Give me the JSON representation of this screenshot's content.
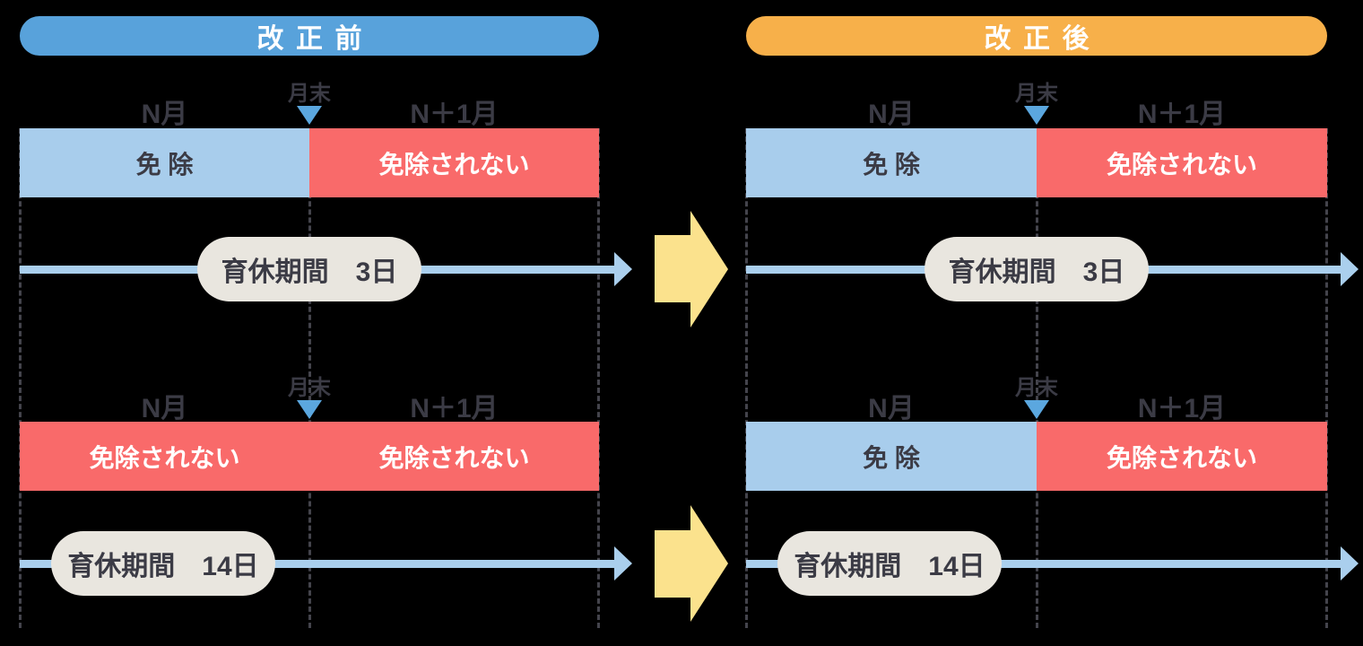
{
  "colors": {
    "background": "#000000",
    "before_header": "#58A2DB",
    "after_header": "#F7B04A",
    "exempt_fill": "#A8CDEC",
    "not_exempt_fill": "#F96A6A",
    "marker_blue": "#5BA7DF",
    "timeline_arrow": "#AACFED",
    "transform_arrow": "#FBE28D",
    "pill_fill": "#E9E6DF",
    "text_dark": "#3B3B45",
    "dashed_line": "#44444C"
  },
  "panels": [
    {
      "header": {
        "label": "改正前"
      },
      "rows": [
        {
          "month_end_label": "月末",
          "month_left": "N月",
          "month_right": "N＋1月",
          "segments": [
            {
              "label": "免 除",
              "type": "exempt"
            },
            {
              "label": "免除されない",
              "type": "not-exempt"
            }
          ],
          "duration_pill": "育休期間　3日"
        },
        {
          "month_end_label": "月末",
          "month_left": "N月",
          "month_right": "N＋1月",
          "segments": [
            {
              "label": "免除されない",
              "type": "not-exempt"
            },
            {
              "label": "免除されない",
              "type": "not-exempt"
            }
          ],
          "duration_pill": "育休期間　14日"
        }
      ]
    },
    {
      "header": {
        "label": "改正後"
      },
      "rows": [
        {
          "month_end_label": "月末",
          "month_left": "N月",
          "month_right": "N＋1月",
          "segments": [
            {
              "label": "免 除",
              "type": "exempt"
            },
            {
              "label": "免除されない",
              "type": "not-exempt"
            }
          ],
          "duration_pill": "育休期間　3日"
        },
        {
          "month_end_label": "月末",
          "month_left": "N月",
          "month_right": "N＋1月",
          "segments": [
            {
              "label": "免 除",
              "type": "exempt"
            },
            {
              "label": "免除されない",
              "type": "not-exempt"
            }
          ],
          "duration_pill": "育休期間　14日"
        }
      ]
    }
  ]
}
